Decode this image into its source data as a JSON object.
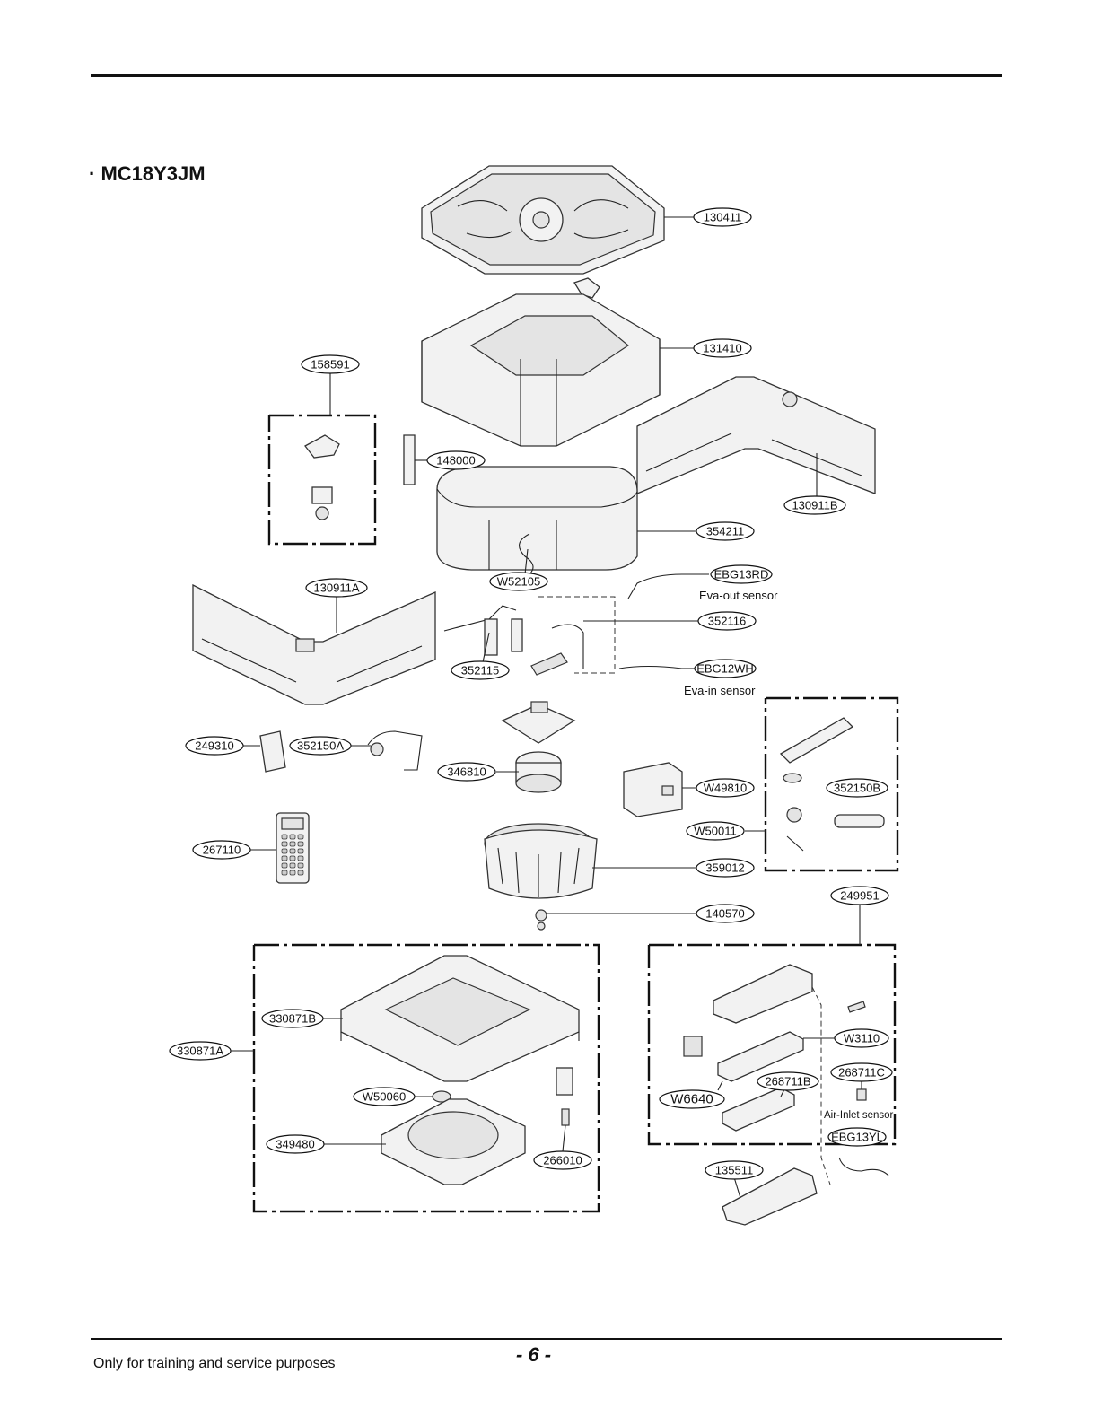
{
  "model": "· MC18Y3JM",
  "footer": {
    "note": "Only for training and service purposes",
    "page": "- 6 -"
  },
  "parts": [
    {
      "id": "p130411",
      "label": "130411"
    },
    {
      "id": "p131410",
      "label": "131410"
    },
    {
      "id": "p158591",
      "label": "158591"
    },
    {
      "id": "p148000",
      "label": "148000"
    },
    {
      "id": "p130911B",
      "label": "130911B"
    },
    {
      "id": "p354211",
      "label": "354211"
    },
    {
      "id": "pW52105",
      "label": "W52105"
    },
    {
      "id": "pEBG13RD",
      "label": "EBG13RD"
    },
    {
      "id": "p130911A",
      "label": "130911A"
    },
    {
      "id": "p352116",
      "label": "352116"
    },
    {
      "id": "p352115",
      "label": "352115"
    },
    {
      "id": "pEBG12WH",
      "label": "EBG12WH"
    },
    {
      "id": "p249310",
      "label": "249310"
    },
    {
      "id": "p352150A",
      "label": "352150A"
    },
    {
      "id": "p346810",
      "label": "346810"
    },
    {
      "id": "pW49810",
      "label": "W49810"
    },
    {
      "id": "p352150B",
      "label": "352150B"
    },
    {
      "id": "pW50011",
      "label": "W50011"
    },
    {
      "id": "p267110",
      "label": "267110"
    },
    {
      "id": "p359012",
      "label": "359012"
    },
    {
      "id": "p249951",
      "label": "249951"
    },
    {
      "id": "p140570",
      "label": "140570"
    },
    {
      "id": "p330871B",
      "label": "330871B"
    },
    {
      "id": "p330871A",
      "label": "330871A"
    },
    {
      "id": "pW3110",
      "label": "W3110"
    },
    {
      "id": "pW6640",
      "label": "W6640"
    },
    {
      "id": "p268711B",
      "label": "268711B"
    },
    {
      "id": "p268711C",
      "label": "268711C"
    },
    {
      "id": "pW50060",
      "label": "W50060"
    },
    {
      "id": "pEBG13YL",
      "label": "EBG13YL"
    },
    {
      "id": "p349480",
      "label": "349480"
    },
    {
      "id": "p266010",
      "label": "266010"
    },
    {
      "id": "p135511",
      "label": "135511"
    }
  ],
  "captions": {
    "eva_out": "Eva-out sensor",
    "eva_in": "Eva-in sensor",
    "air_inlet": "Air-Inlet sensor"
  }
}
